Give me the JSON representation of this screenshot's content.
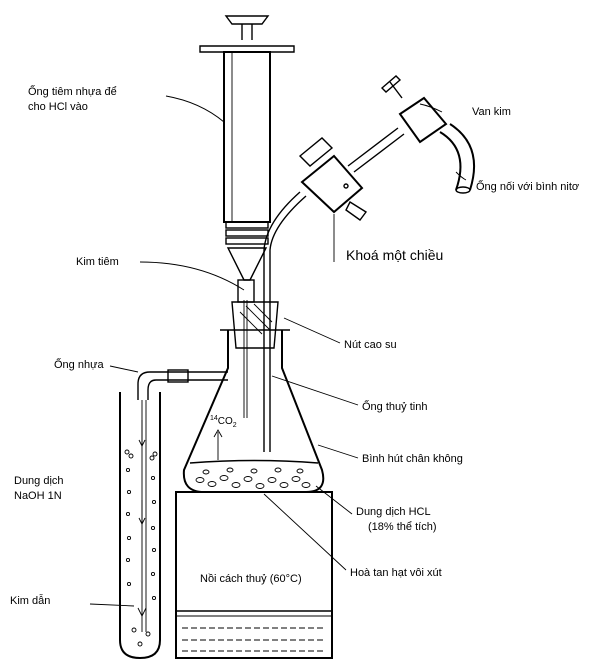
{
  "labels": {
    "syringe": [
      "Ống tiêm nhựa để",
      "cho HCl vào"
    ],
    "needle_valve": "Van kim",
    "nitrogen_tube": "Ống nối với bình nitơ",
    "check_valve": "Khoá một chiều",
    "needle": "Kim tiêm",
    "rubber_stopper": "Nút cao su",
    "plastic_tube": "Ống nhựa",
    "glass_tube": "Ống thuỷ tinh",
    "vacuum_flask": "Bình hút chân không",
    "naoh_solution": [
      "Dung dịch",
      "NaOH 1N"
    ],
    "hcl_solution": [
      "Dung dịch HCL",
      "(18% thể tích)"
    ],
    "dissolve_lime": "Hoà tan hạt vôi xút",
    "water_bath": "Nồi cách thuỷ (60°C)",
    "guide_needle": "Kim dẫn",
    "co2_sup": "14",
    "co2_main": "CO",
    "co2_sub": "2"
  }
}
